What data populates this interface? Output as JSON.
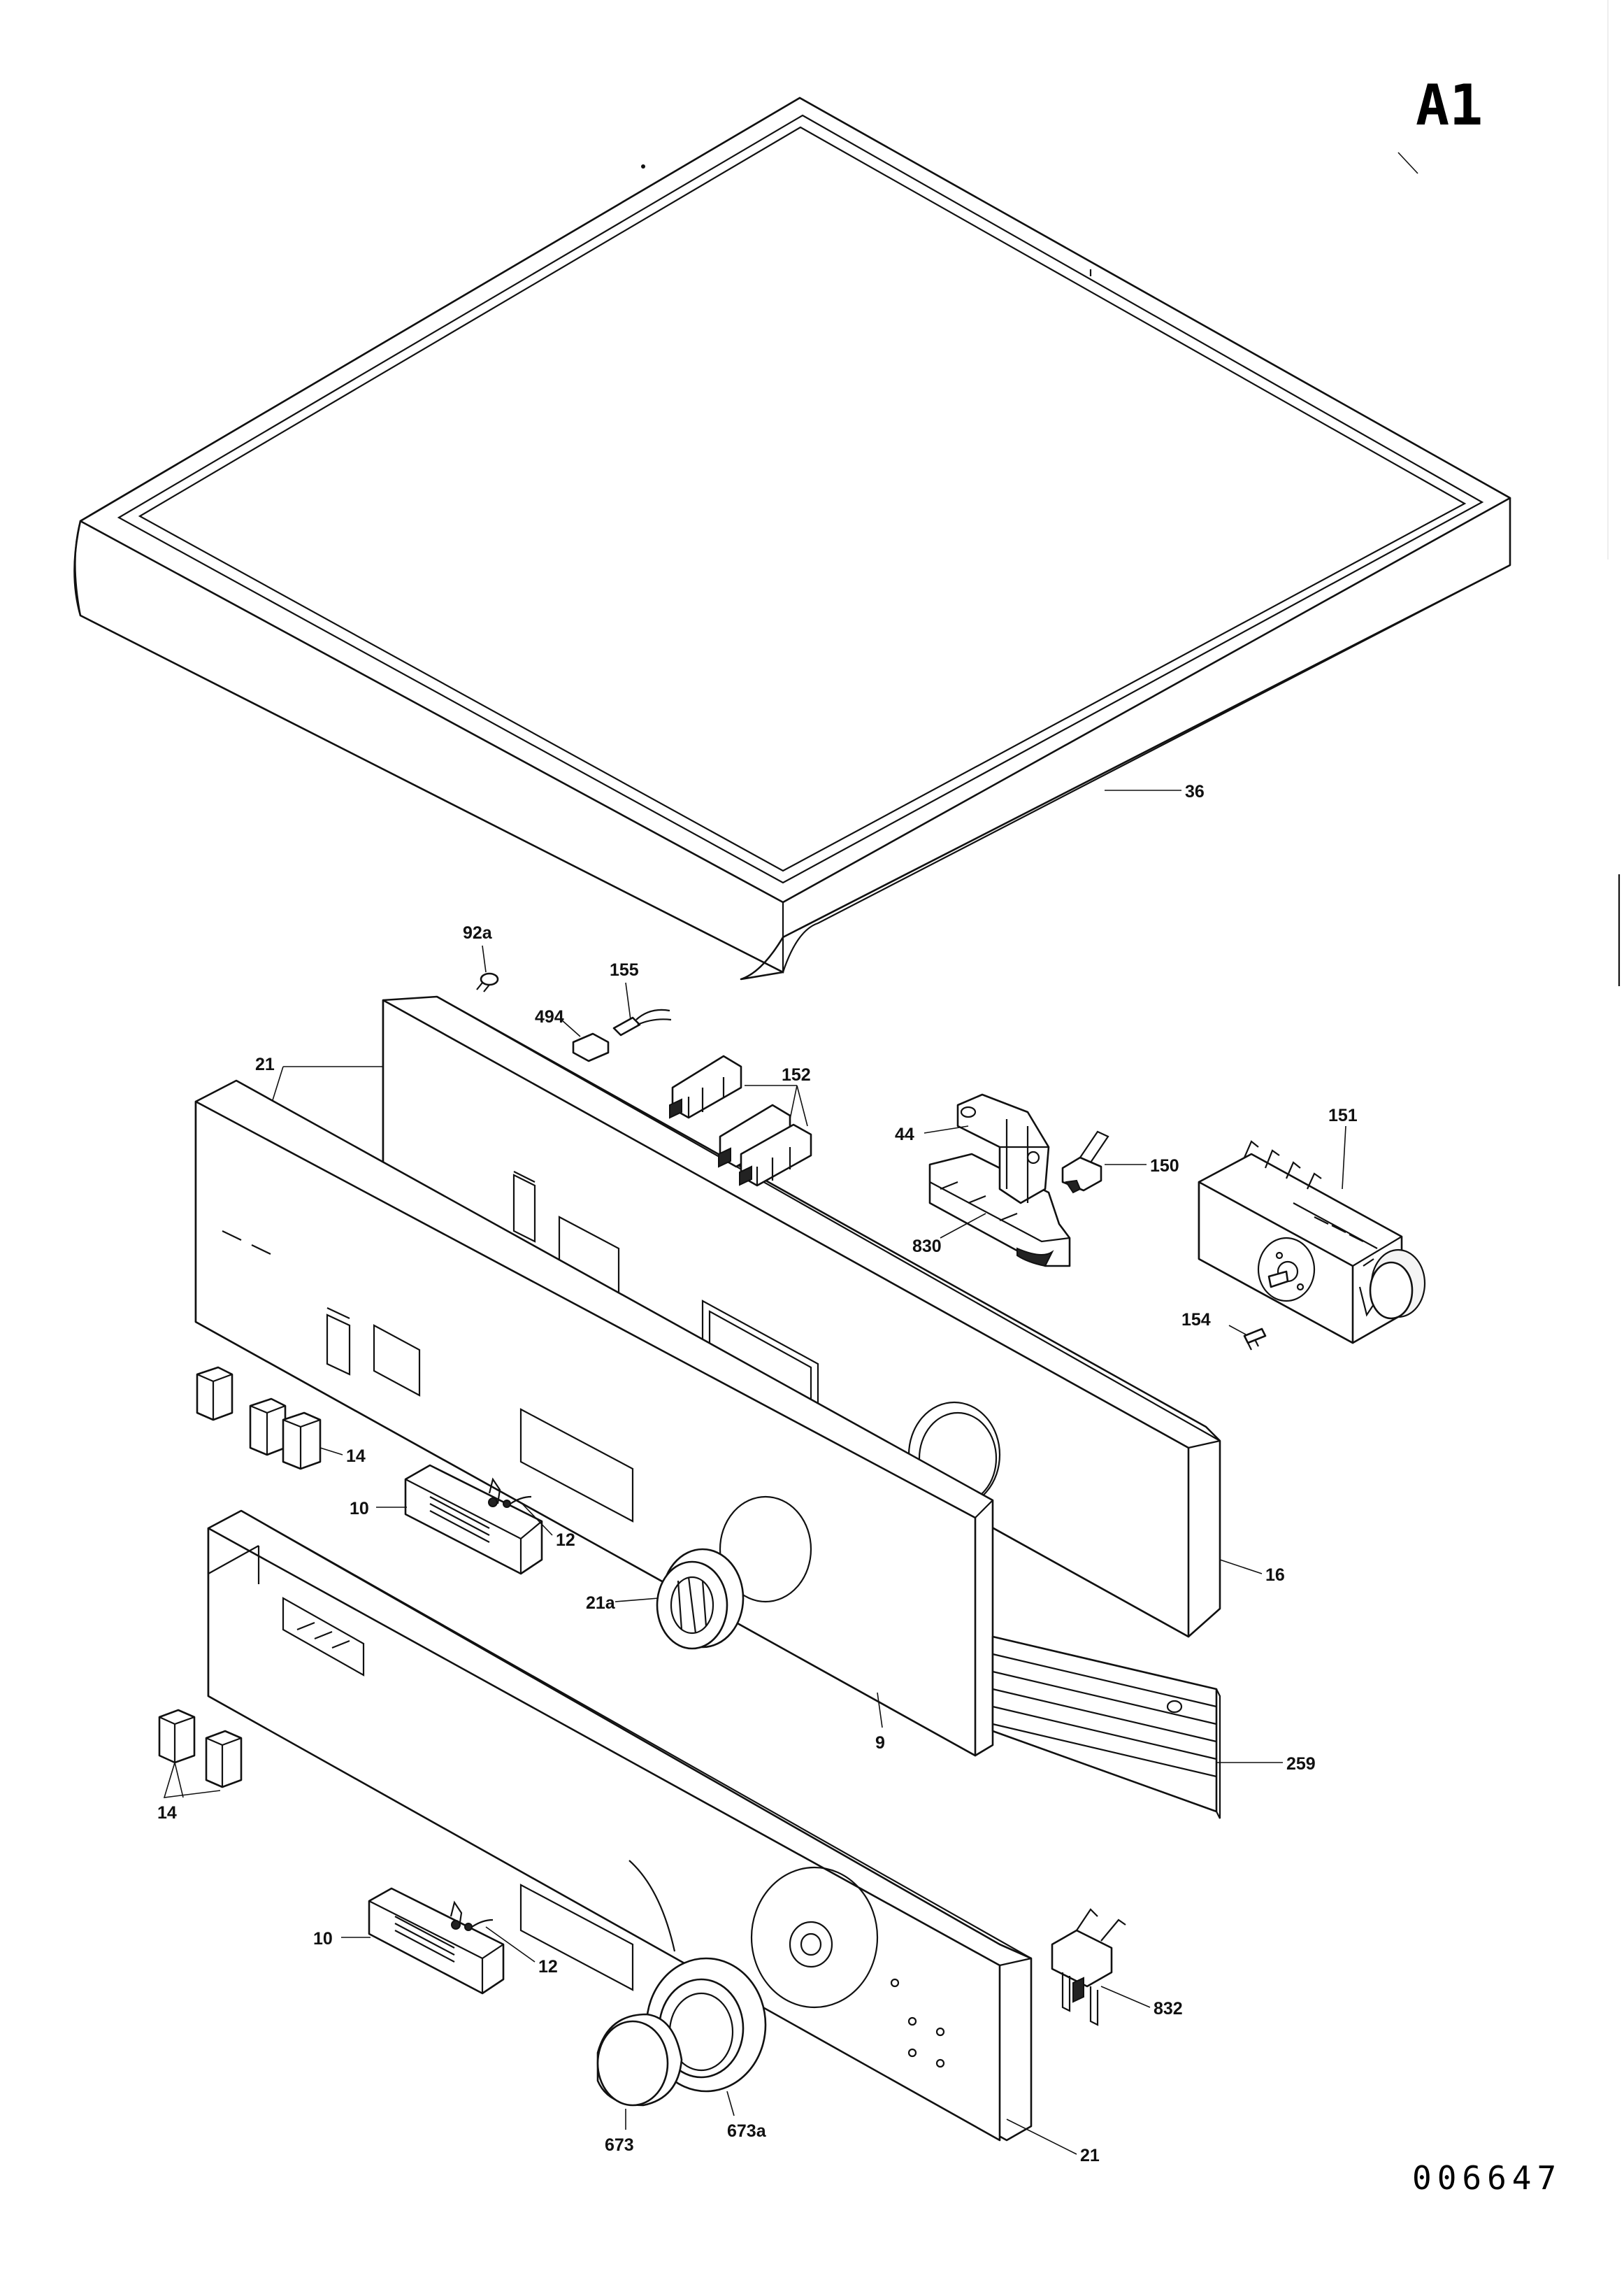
{
  "sheet": {
    "title": "A1",
    "document_number": "006647"
  },
  "labels": [
    {
      "id": "l36",
      "text": "36"
    },
    {
      "id": "l92a",
      "text": "92a"
    },
    {
      "id": "l155",
      "text": "155"
    },
    {
      "id": "l494",
      "text": "494"
    },
    {
      "id": "l152",
      "text": "152"
    },
    {
      "id": "l21_top",
      "text": "21"
    },
    {
      "id": "l44",
      "text": "44"
    },
    {
      "id": "l150",
      "text": "150"
    },
    {
      "id": "l151",
      "text": "151"
    },
    {
      "id": "l830",
      "text": "830"
    },
    {
      "id": "l154",
      "text": "154"
    },
    {
      "id": "l14_top",
      "text": "14"
    },
    {
      "id": "l10_top",
      "text": "10"
    },
    {
      "id": "l12_top",
      "text": "12"
    },
    {
      "id": "l16",
      "text": "16"
    },
    {
      "id": "l21a",
      "text": "21a"
    },
    {
      "id": "l9",
      "text": "9"
    },
    {
      "id": "l259",
      "text": "259"
    },
    {
      "id": "l14_bot",
      "text": "14"
    },
    {
      "id": "l10_bot",
      "text": "10"
    },
    {
      "id": "l12_bot",
      "text": "12"
    },
    {
      "id": "l832",
      "text": "832"
    },
    {
      "id": "l673",
      "text": "673"
    },
    {
      "id": "l673a",
      "text": "673a"
    },
    {
      "id": "l21_bot",
      "text": "21"
    }
  ]
}
